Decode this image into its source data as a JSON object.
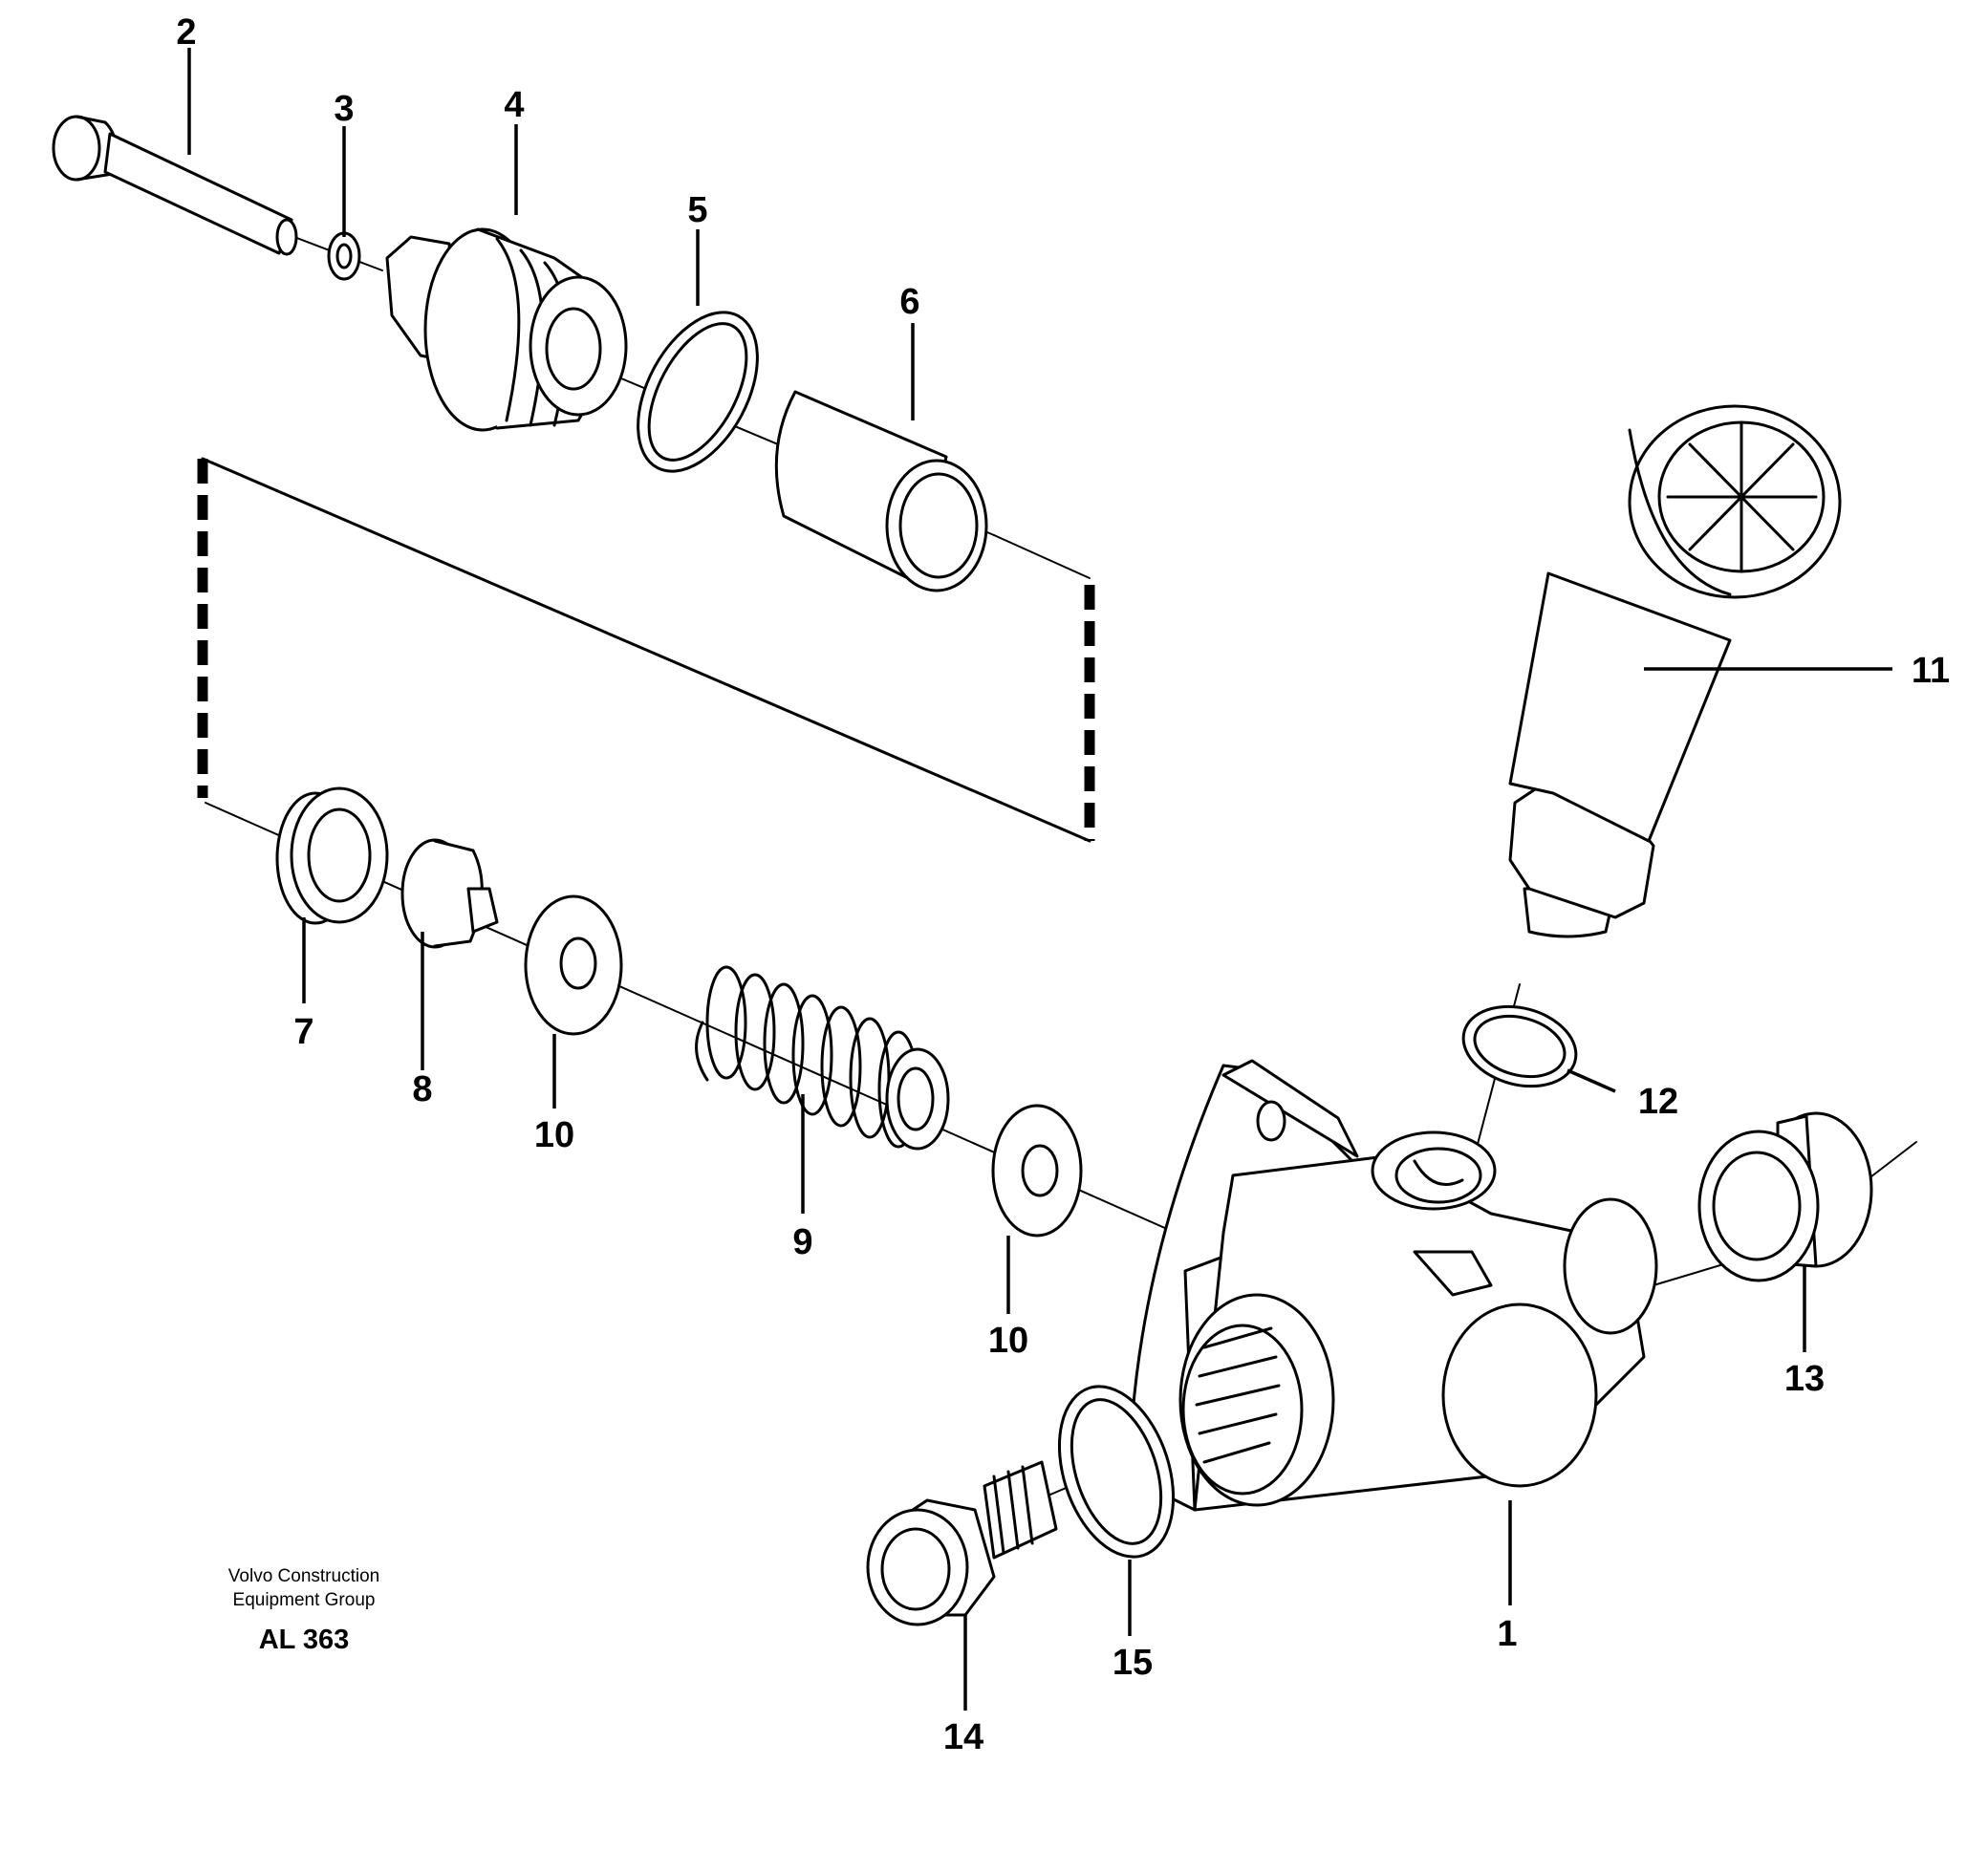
{
  "callouts": {
    "c1": "1",
    "c2": "2",
    "c3": "3",
    "c4": "4",
    "c5": "5",
    "c6": "6",
    "c7": "7",
    "c8": "8",
    "c9": "9",
    "c10a": "10",
    "c10b": "10",
    "c11": "11",
    "c12": "12",
    "c13": "13",
    "c14": "14",
    "c15": "15"
  },
  "footer": {
    "line1": "Volvo Construction",
    "line2": "Equipment Group",
    "code": "AL 363"
  }
}
